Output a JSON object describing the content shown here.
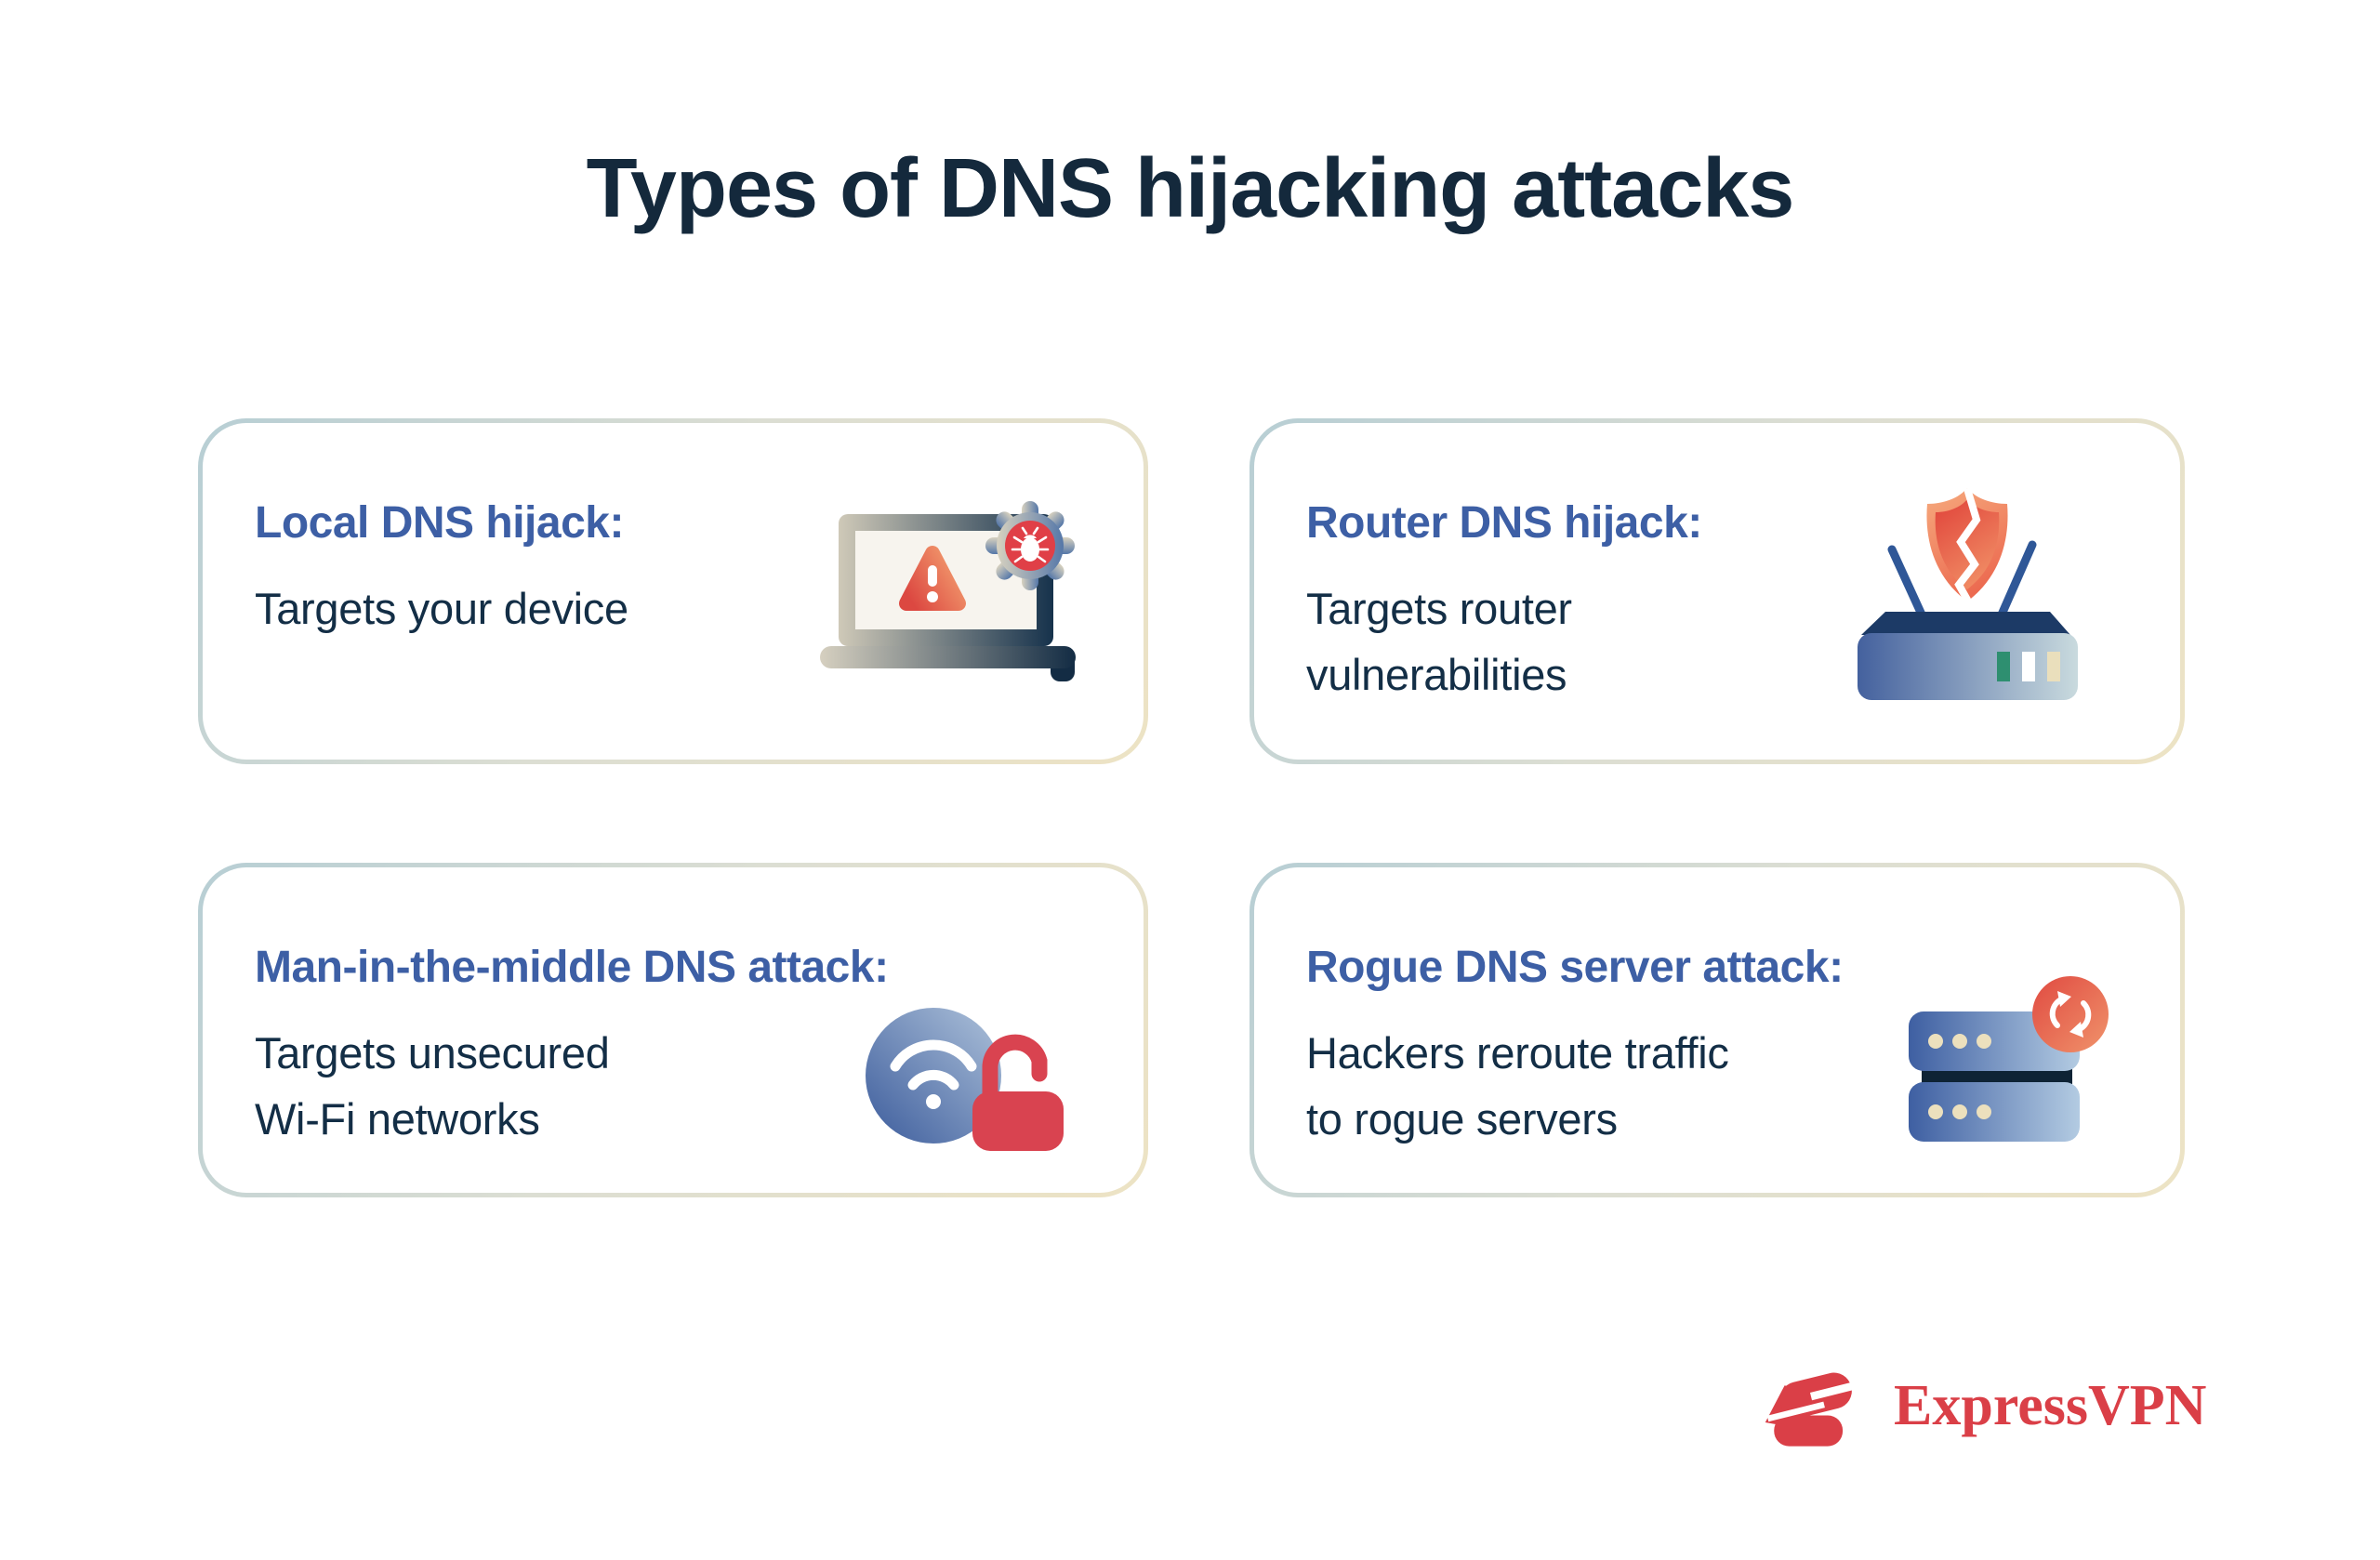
{
  "title": "Types of DNS hijacking attacks",
  "cards": [
    {
      "heading": "Local DNS hijack:",
      "lines": [
        "Targets your device"
      ],
      "icon": "laptop-warning-gear-bug"
    },
    {
      "heading": "Router DNS hijack:",
      "lines": [
        "Targets router",
        "vulnerabilities"
      ],
      "icon": "router-broken-shield"
    },
    {
      "heading": "Man-in-the-middle DNS attack:",
      "lines": [
        "Targets unsecured",
        "Wi-Fi networks"
      ],
      "icon": "wifi-open-padlock"
    },
    {
      "heading": "Rogue DNS server attack:",
      "lines": [
        "Hackers reroute traffic",
        "to rogue servers"
      ],
      "icon": "server-reroute"
    }
  ],
  "brand": {
    "name": "ExpressVPN"
  },
  "colors": {
    "title_text": "#14293c",
    "heading_blue": "#3d5fa5",
    "body_text": "#132e46",
    "card_border_start": "#b7ced4",
    "card_border_end": "#ede3c4",
    "alert_red": "#dc4841",
    "alert_orange": "#f29a6d",
    "icon_blue_dark": "#3c5fa3",
    "icon_blue_light": "#b3cbe2",
    "navy_dark": "#12293e",
    "cream": "#ece0bd",
    "light_green": "#2e8f70",
    "lock_red": "#d94350",
    "brand_red": "#da3f47"
  }
}
